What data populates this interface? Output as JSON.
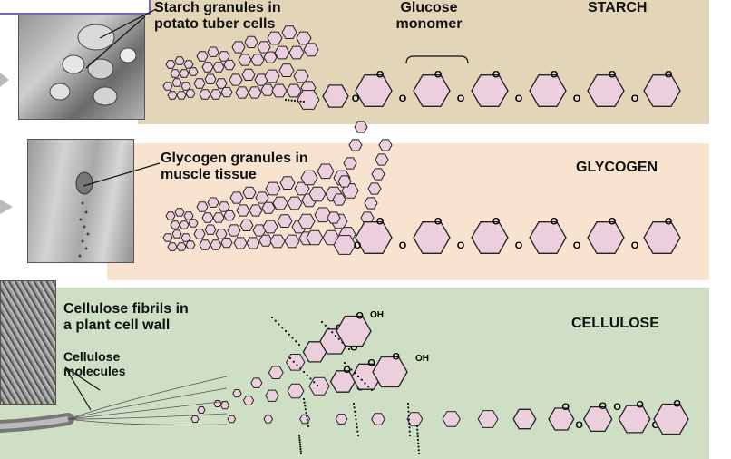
{
  "colors": {
    "starch_bg": "#e2d5b8",
    "glycogen_bg": "#f7e3d0",
    "cellulose_bg": "#cfdfc6",
    "ring_fill": "#eccfdc",
    "ring_stroke": "#222222",
    "accent": "#7a66b8"
  },
  "starch": {
    "title": "STARCH",
    "photo_label": [
      "Starch granules in",
      "potato tuber cells"
    ],
    "monomer_label": [
      "Glucose",
      "monomer"
    ]
  },
  "glycogen": {
    "title": "GLYCOGEN",
    "photo_label": [
      "Glycogen granules in",
      "muscle tissue"
    ]
  },
  "cellulose": {
    "title": "CELLULOSE",
    "photo_label": [
      "Cellulose fibrils in",
      "a plant cell wall"
    ],
    "molecules_label": [
      "Cellulose",
      "molecules"
    ]
  },
  "ring_atoms": {
    "oxygen": "O",
    "hydroxyl": "OH"
  },
  "icons": [
    "starch-granule-photo",
    "glycogen-granule-photo",
    "cellulose-fibril-photo",
    "arrow-icon"
  ]
}
